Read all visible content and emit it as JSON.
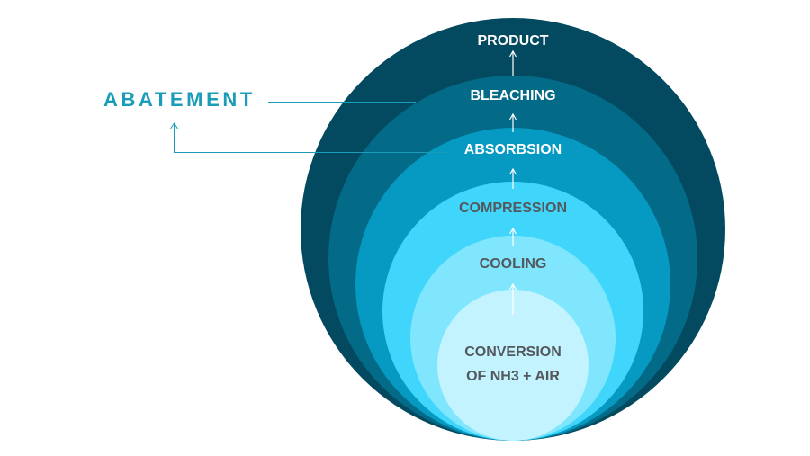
{
  "layers": [
    {
      "label": "PRODUCT",
      "color": "#034a60"
    },
    {
      "label": "BLEACHING",
      "color": "#036a88"
    },
    {
      "label": "ABSORBSION",
      "color": "#0699c2"
    },
    {
      "label": "COMPRESSION",
      "color": "#40d5fb"
    },
    {
      "label": "COOLING",
      "color": "#80e6fd"
    },
    {
      "label_line1": "CONVERSION",
      "label_line2": "OF NH3 + AIR",
      "color": "#c2f3ff"
    }
  ],
  "callout": {
    "label": "ABATEMENT",
    "color": "#1b9cb8"
  },
  "arrow_color": "#ffffff",
  "connector_color": "#1b9cb8"
}
